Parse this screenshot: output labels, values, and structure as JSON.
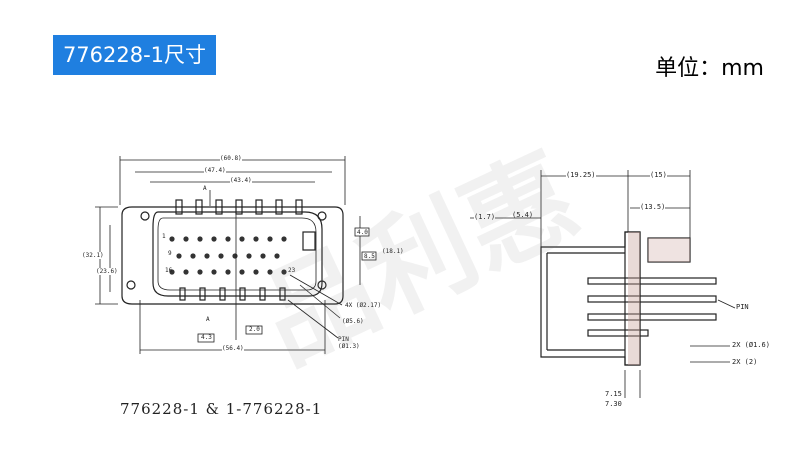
{
  "header": {
    "part_title": "776228-1尺寸",
    "unit": "单位：mm"
  },
  "watermark_text": "品利惠",
  "front_view": {
    "dims": {
      "overall_width": "(60.8)",
      "width_47": "(47.4)",
      "width_43": "(43.4)",
      "bottom_width": "(56.4)",
      "height_left_outer": "(32.1)",
      "height_left_inner": "(23.6)",
      "height_right": "(18.1)",
      "right_4": "4.0",
      "right_8": "8.5",
      "bottom_20": "2.0",
      "bottom_43": "4.3",
      "hole_callout": "4X (Ø2.17)",
      "dia_callout": "(Ø5.6)",
      "pin_callout_line1": "PIN",
      "pin_callout_line2": "(Ø1.3)",
      "datum_a_top": "A",
      "datum_a_bottom": "A",
      "pin_1": "1",
      "pin_9": "9",
      "pin_16": "16",
      "pin_23": "23"
    }
  },
  "side_view": {
    "dims": {
      "d1925": "(19.25)",
      "d15": "(15)",
      "d135": "(13.5)",
      "d17": "(1.7)",
      "d54": "(5.4)",
      "pin_label": "PIN",
      "pin_dia": "2X (Ø1.6)",
      "pin_2x": "2X (2)",
      "d715": "7.15",
      "d730": "7.30"
    }
  },
  "caption": "776228-1 & 1-776228-1",
  "colors": {
    "badge": "#1f7fe0",
    "line": "#222222"
  }
}
